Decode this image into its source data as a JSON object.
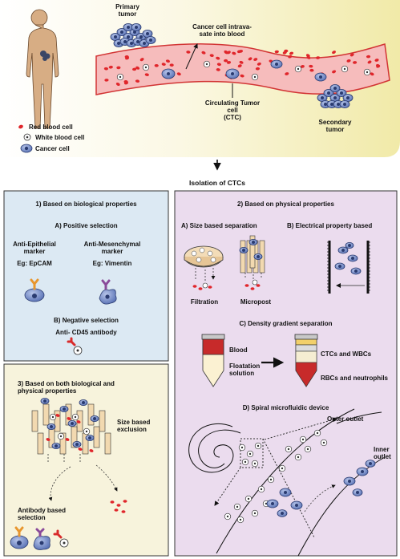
{
  "top": {
    "primary_tumor": "Primary\ntumor",
    "intravasate": "Cancer cell intrava-\nsate into blood",
    "ctc": "Circulating Tumor\ncell\n(CTC)",
    "secondary_tumor": "Secondary\ntumor",
    "legend": [
      "Red blood cell",
      "White blood cell",
      "Cancer cell"
    ]
  },
  "isolation_title": "Isolation of CTCs",
  "panel1": {
    "title": "1) Based on biological properties",
    "pos_title": "A) Positive selection",
    "epi_marker": "Anti-Epithelial\nmarker",
    "epi_eg": "Eg: EpCAM",
    "mes_marker": "Anti-Mesenchymal\nmarker",
    "mes_eg": "Eg: Vimentin",
    "neg_title": "B) Negative selection",
    "neg_sub": "Anti- CD45 antibody"
  },
  "panel2": {
    "title": "2) Based on physical properties",
    "size_title": "A) Size based separation",
    "elec_title": "B) Electrical property based",
    "filtration": "Filtration",
    "micropost": "Micropost",
    "density_title": "C) Density gradient separation",
    "blood": "Blood",
    "floatation": "Floatation\nsolution",
    "ctc_wbc": "CTCs and WBCs",
    "rbc_neut": "RBCs and neutrophils",
    "spiral_title": "D) Spiral microfluidic device",
    "outer_outlet": "Outer outlet",
    "inner_outlet": "Inner\noutlet"
  },
  "panel3": {
    "title": "3) Based on both biological and\nphysical properties",
    "size_exclusion": "Size based\nexclusion",
    "antibody_sel": "Antibody based\nselection"
  },
  "colors": {
    "top_bg_start": "#ffffff",
    "top_bg_end": "#f2ecb0",
    "vessel": "#f4b8b8",
    "rbc": "#e0262b",
    "cancer_cell": "#4a63a8",
    "cancer_cell_light": "#9fb0dc",
    "panel1_bg": "#dbe8f3",
    "panel2_bg": "#eadcef",
    "panel3_bg": "#f6f2da",
    "antibody_epi": "#e8962e",
    "antibody_mes": "#8a4a9a",
    "antibody_cd45": "#d82a2a"
  }
}
